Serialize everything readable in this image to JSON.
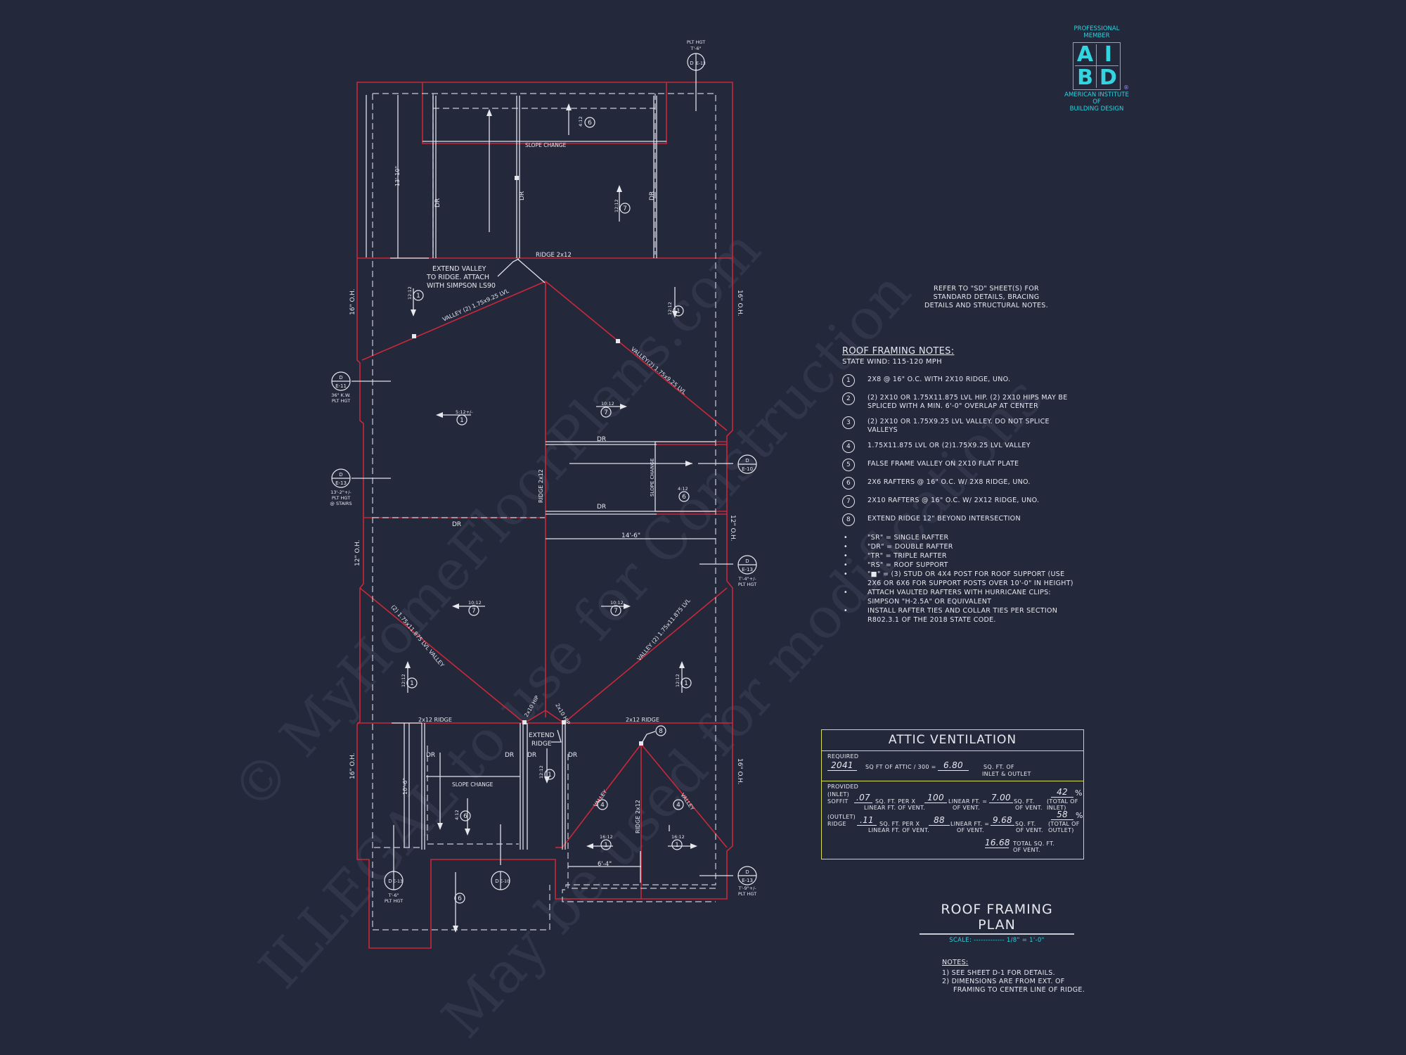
{
  "sheet": {
    "title": "ROOF FRAMING PLAN",
    "scale_label": "SCALE:",
    "scale_value": "1/8\" = 1'-0\""
  },
  "colors": {
    "background": "#23283b",
    "wall_lines": "#c8283a",
    "framing_lines": "#e6e8ee",
    "accent_cyan": "#2fd3de",
    "table_border": "#d9df55"
  },
  "logo": {
    "top_line1": "PROFESSIONAL",
    "top_line2": "MEMBER",
    "letters": [
      "A",
      "I",
      "B",
      "D"
    ],
    "registered": "®",
    "bottom_line1": "AMERICAN INSTITUTE",
    "bottom_line2": "OF",
    "bottom_line3": "BUILDING DESIGN"
  },
  "refer_note": "REFER TO \"SD\" SHEET(S) FOR STANDARD DETAILS, BRACING DETAILS AND STRUCTURAL NOTES.",
  "roof_notes": {
    "title": "ROOF FRAMING NOTES:",
    "wind": "STATE Wind: 115-120 mph",
    "items": [
      {
        "num": "1",
        "text": "2x8 @ 16\" O.C. WITH 2x10 RIDGE, UNO."
      },
      {
        "num": "2",
        "text": "(2) 2x10 OR 1.75x11.875 LVL HIP. (2) 2x10 HIPS MAY BE SPLICED WITH A MIN. 6'-0\" OVERLAP AT CENTER"
      },
      {
        "num": "3",
        "text": "(2) 2x10 OR 1.75x9.25 LVL VALLEY. DO NOT SPLICE VALLEYS"
      },
      {
        "num": "4",
        "text": "1.75x11.875 LVL OR (2)1.75x9.25 LVL VALLEY"
      },
      {
        "num": "5",
        "text": "FALSE FRAME VALLEY ON 2x10 FLAT PLATE"
      },
      {
        "num": "6",
        "text": "2x6 RAFTERS @ 16\" O.C. W/ 2x8 RIDGE, UNO."
      },
      {
        "num": "7",
        "text": "2x10 RAFTERS @ 16\" O.C. W/ 2x12 RIDGE, UNO."
      },
      {
        "num": "8",
        "text": "EXTEND RIDGE 12\" BEYOND INTERSECTION"
      }
    ],
    "bullets": [
      "\"SR\" = SINGLE RAFTER",
      "\"DR\" = DOUBLE RAFTER",
      "\"TR\" = TRIPLE RAFTER",
      "\"RS\" = ROOF SUPPORT",
      "\"■\" = (3) STUD OR 4x4 POST FOR ROOF SUPPORT (USE 2X6 OR 6X6 FOR SUPPORT POSTS OVER 10'-0\" IN HEIGHT)",
      "ATTACH VAULTED RAFTERS WITH HURRICANE CLIPS: SIMPSON \"H-2.5A\" OR EQUIVALENT",
      "INSTALL RAFTER TIES AND COLLAR TIES PER SECTION R802.3.1 OF THE 2018 STATE CODE."
    ]
  },
  "attic_ventilation": {
    "title": "ATTIC VENTILATION",
    "required_label": "REQUIRED",
    "attic_sqft": "2041",
    "required_text": "SQ FT OF ATTIC / 300 =",
    "required_value": "6.80",
    "required_unit1": "SQ. FT. OF",
    "required_unit2": "INLET & OUTLET",
    "provided_label": "PROVIDED",
    "inlet_label1": "(INLET)",
    "inlet_label2": "SOFFIT",
    "inlet_rate": ".07",
    "inlet_length": "100",
    "inlet_area": "7.00",
    "inlet_pct": "42",
    "outlet_label1": "(OUTLET)",
    "outlet_label2": "RIDGE",
    "outlet_rate": ".11",
    "outlet_length": "88",
    "outlet_area": "9.68",
    "outlet_pct": "58",
    "per_text1": "SQ. FT. PER x",
    "per_text2": "LINEAR FT. OF VENT.",
    "lin_text1": "LINEAR FT. =",
    "lin_text2": "OF VENT.",
    "sqft_text1": "SQ. FT.",
    "sqft_text2": "OF VENT.",
    "pct_symbol": "%",
    "inlet_pct_text": "(TOTAL OF INLET)",
    "outlet_pct_text": "(TOTAL OF OUTLET)",
    "total_value": "16.68",
    "total_text1": "TOTAL SQ. FT.",
    "total_text2": "OF VENT."
  },
  "general_notes": {
    "title": "NOTES:",
    "items": [
      "1) SEE SHEET D-1 FOR DETAILS.",
      "2) DIMENSIONS ARE FROM EXT. OF",
      "FRAMING TO CENTER LINE OF RIDGE."
    ]
  },
  "plan_labels": {
    "slope_change": "SLOPE CHANGE",
    "ridge_2x12": "RIDGE 2x12",
    "ridge_2x12_suffix": "2x12 RIDGE",
    "dr": "DR",
    "extend_valley": [
      "EXTEND VALLEY",
      "TO RIDGE.  ATTACH",
      "WITH SIMPSON LS90"
    ],
    "extend_ridge": [
      "EXTEND",
      "RIDGE"
    ],
    "valley_upper_left": "VALLEY (2) 1.75x9.25 LVL",
    "valley_upper_right": "VALLEY(2) 1.75x9.25 LVL",
    "valley_lower_left": "(2) 1.75x11.875 LVL  VALLEY",
    "valley_lower_right": "VALLEY (2) 1.75x11.875 LVL",
    "valley": "VALLEY",
    "hip_2x10": "2x10 HIP",
    "overhang_16": "16\" O.H.",
    "overhang_12": "12\" O.H.",
    "dim_13_10": "13'-10\"",
    "dim_14_6": "14'-6\"",
    "dim_10_6": "10'-6\"",
    "dim_6_4": "6'-4\"",
    "pitch_4_12": "4:12",
    "pitch_12_12": "12:12",
    "pitch_10_12": "10:12",
    "pitch_5_12": "5:12+/-",
    "pitch_16_12": "16:12"
  },
  "section_callouts": [
    {
      "top": "D",
      "bottom": "E-13",
      "note1": "PLT HGT",
      "note2": "T'-6\""
    },
    {
      "top": "D",
      "bottom": "E-11",
      "note1": "36\" K.W.",
      "note2": "PLT HGT"
    },
    {
      "top": "D",
      "bottom": "E-13",
      "note1": "13'-2\"+/-",
      "note2": "PLT HGT",
      "note3": "@ STAIRS"
    },
    {
      "top": "D",
      "bottom": "E-10",
      "note1": "",
      "note2": ""
    },
    {
      "top": "D",
      "bottom": "E-13",
      "note1": "T'-4\"+/-",
      "note2": "PLT HGT"
    },
    {
      "top": "D",
      "bottom": "E-13",
      "note1": "T'-6\"",
      "note2": "PLT HGT"
    },
    {
      "top": "D",
      "bottom": "E-10",
      "note1": "",
      "note2": ""
    },
    {
      "top": "D",
      "bottom": "E-13",
      "note1": "T'-9\"+/-",
      "note2": "PLT HGT"
    }
  ],
  "watermarks": [
    "© MyHomeFloorPlans.com",
    "ILLEGAL to use for Construction",
    "May be used for modifications"
  ]
}
